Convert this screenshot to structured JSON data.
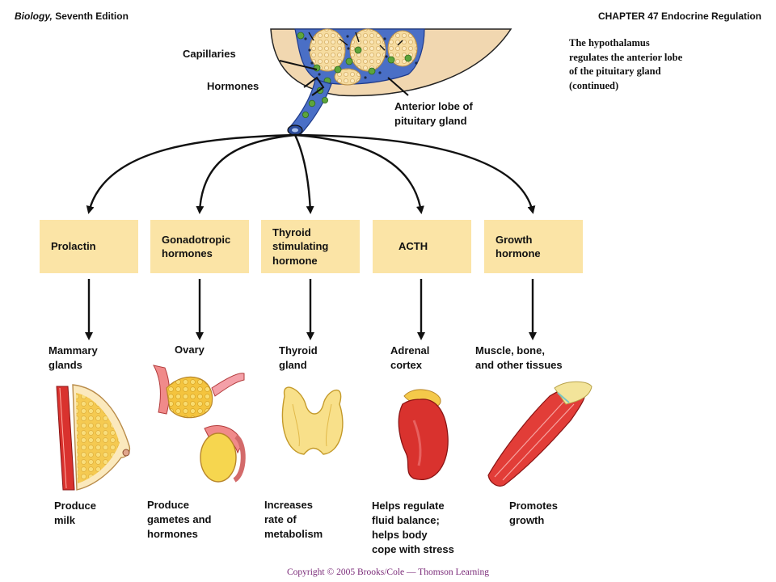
{
  "header": {
    "book_title": "Biology,",
    "edition": " Seventh Edition",
    "chapter": "CHAPTER 47 Endocrine Regulation"
  },
  "side_note": "The hypothalamus regulates the anterior lobe of the pituitary gland (continued)",
  "labels": {
    "capillaries": "Capillaries",
    "hormones": "Hormones",
    "anterior_lobe": "Anterior lobe of\npituitary gland"
  },
  "hormone_boxes": [
    {
      "label": "Prolactin"
    },
    {
      "label": "Gonadotropic\nhormones"
    },
    {
      "label": "Thyroid\nstimulating\nhormone"
    },
    {
      "label": "ACTH"
    },
    {
      "label": "Growth\nhormone"
    }
  ],
  "targets": [
    {
      "label": "Mammary\nglands"
    },
    {
      "label": "Ovary"
    },
    {
      "label": "Thyroid\ngland"
    },
    {
      "label": "Adrenal\ncortex"
    },
    {
      "label": "Muscle, bone,\nand other tissues"
    }
  ],
  "effects": [
    {
      "label": "Produce\nmilk"
    },
    {
      "label": "Produce\ngametes and\nhormones"
    },
    {
      "label": "Increases\nrate of\nmetabolism"
    },
    {
      "label": "Helps regulate\nfluid balance;\nhelps body\ncope with stress"
    },
    {
      "label": "Promotes\ngrowth"
    }
  ],
  "footer": "Copyright © 2005 Brooks/Cole — Thomson Learning",
  "colors": {
    "box_fill": "#fbe4a6",
    "vessel_blue": "#4a6fc6",
    "gland_tan": "#f3d9b3",
    "hormone_green": "#5ea53b",
    "organ_red": "#d9322e",
    "organ_yellow": "#f2c94c",
    "footer_text": "#7a2a78"
  }
}
